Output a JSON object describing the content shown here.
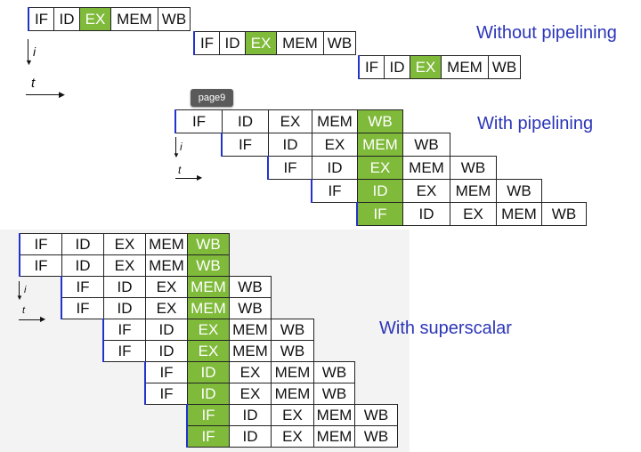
{
  "badge": "page9",
  "axis": {
    "i": "i",
    "t": "t"
  },
  "highlight_color": "#7fba3a",
  "heading_color": "#2c36b8",
  "sections": [
    {
      "title": "Without pipelining",
      "rows": [
        [
          "IF",
          "ID",
          "EX",
          "MEM",
          "WB"
        ],
        [
          "IF",
          "ID",
          "EX",
          "MEM",
          "WB"
        ],
        [
          "IF",
          "ID",
          "EX",
          "MEM",
          "WB"
        ]
      ],
      "highlight_stage": "EX"
    },
    {
      "title": "With pipelining",
      "rows": [
        [
          "IF",
          "ID",
          "EX",
          "MEM",
          "WB"
        ],
        [
          "IF",
          "ID",
          "EX",
          "MEM",
          "WB"
        ],
        [
          "IF",
          "ID",
          "EX",
          "MEM",
          "WB"
        ],
        [
          "IF",
          "ID",
          "EX",
          "MEM",
          "WB"
        ],
        [
          "IF",
          "ID",
          "EX",
          "MEM",
          "WB"
        ]
      ],
      "highlight_column": 5
    },
    {
      "title": "With superscalar",
      "rows": [
        [
          "IF",
          "ID",
          "EX",
          "MEM",
          "WB"
        ],
        [
          "IF",
          "ID",
          "EX",
          "MEM",
          "WB"
        ],
        [
          "IF",
          "ID",
          "EX",
          "MEM",
          "WB"
        ],
        [
          "IF",
          "ID",
          "EX",
          "MEM",
          "WB"
        ],
        [
          "IF",
          "ID",
          "EX",
          "MEM",
          "WB"
        ],
        [
          "IF",
          "ID",
          "EX",
          "MEM",
          "WB"
        ],
        [
          "IF",
          "ID",
          "EX",
          "MEM",
          "WB"
        ],
        [
          "IF",
          "ID",
          "EX",
          "MEM",
          "WB"
        ],
        [
          "IF",
          "ID",
          "EX",
          "MEM",
          "WB"
        ],
        [
          "IF",
          "ID",
          "EX",
          "MEM",
          "WB"
        ]
      ],
      "highlight_column": 5
    }
  ]
}
